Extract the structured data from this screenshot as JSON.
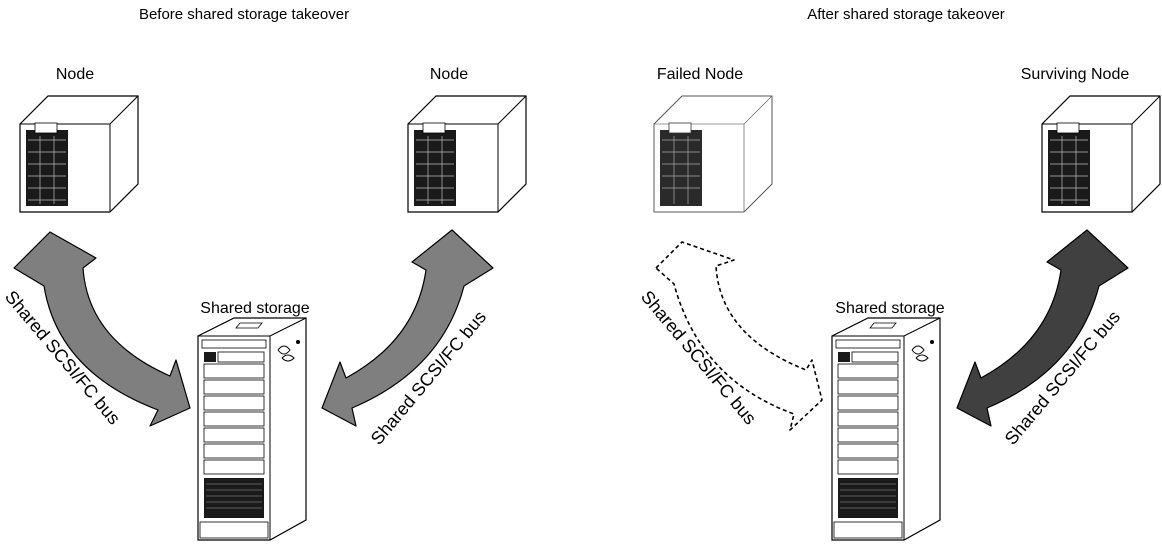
{
  "panels": {
    "before": {
      "title": "Before shared storage takeover",
      "node_left": "Node",
      "node_right": "Node",
      "storage": "Shared storage",
      "bus_left": "Shared SCSI/FC bus",
      "bus_right": "Shared SCSI/FC bus"
    },
    "after": {
      "title": "After shared storage takeover",
      "node_left": "Failed Node",
      "node_right": "Surviving Node",
      "storage": "Shared storage",
      "bus_left": "Shared SCSI/FC bus",
      "bus_right": "Shared SCSI/FC bus"
    }
  },
  "colors": {
    "active_bus": "#7f7f7f",
    "surviving_bus": "#404040",
    "failed_bus": "#000000",
    "outline": "#000000"
  }
}
